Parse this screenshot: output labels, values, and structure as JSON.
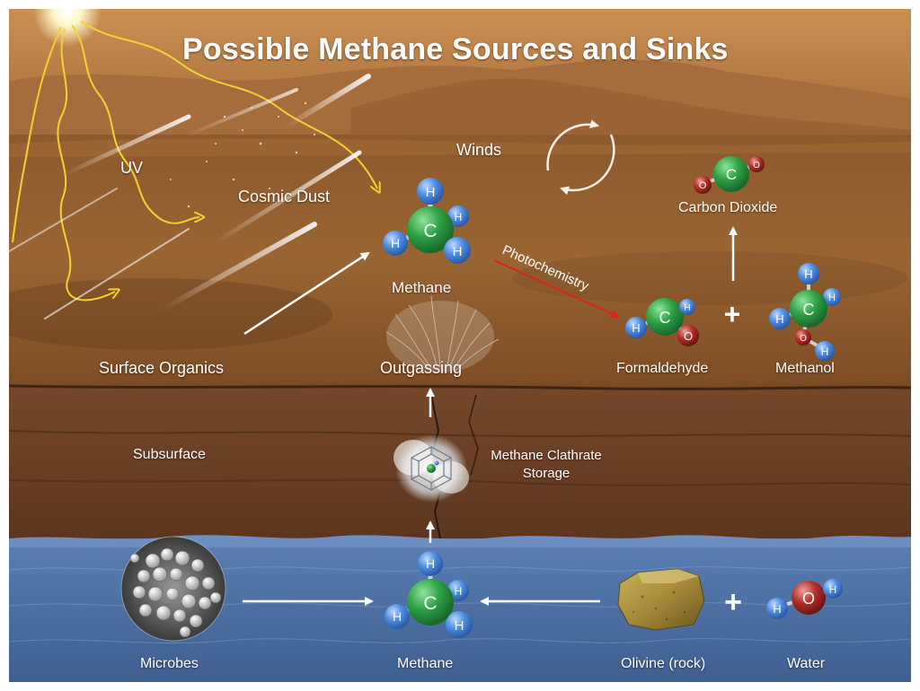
{
  "title": "Possible Methane Sources and Sinks",
  "labels": {
    "uv": "UV",
    "cosmic_dust": "Cosmic Dust",
    "winds": "Winds",
    "methane_top": "Methane",
    "carbon_dioxide": "Carbon Dioxide",
    "photochemistry": "Photochemistry",
    "surface_organics": "Surface Organics",
    "outgassing": "Outgassing",
    "formaldehyde": "Formaldehyde",
    "methanol": "Methanol",
    "subsurface": "Subsurface",
    "clathrate_line1": "Methane Clathrate",
    "clathrate_line2": "Storage",
    "microbes": "Microbes",
    "methane_bottom": "Methane",
    "olivine": "Olivine (rock)",
    "water": "Water"
  },
  "atoms": {
    "hydrogen": "H",
    "carbon": "C",
    "oxygen": "O"
  },
  "plus_sign": "+",
  "colors": {
    "sky": "#b8793f",
    "ground": "#8a5528",
    "subsurface": "#6b4227",
    "water": "#4f74a8",
    "carbon_atom": "#2fa347",
    "hydrogen_atom": "#4f8ee0",
    "oxygen_atom": "#b5302a",
    "uv_ray": "#f2d230",
    "photochem_arrow": "#e0221a"
  }
}
